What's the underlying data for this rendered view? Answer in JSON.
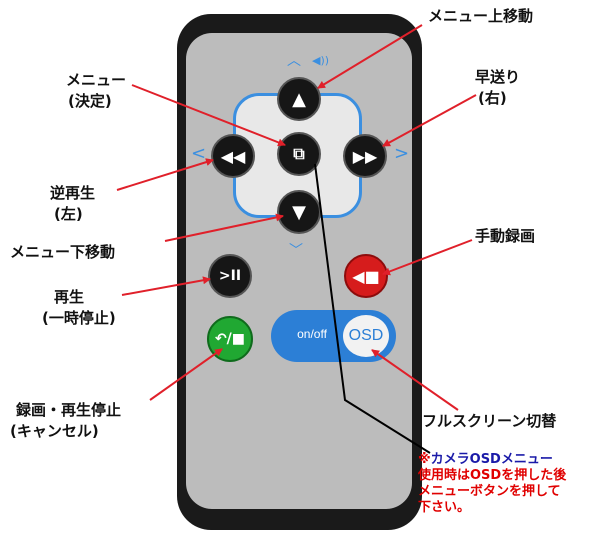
{
  "remote": {
    "buttons": {
      "onoff_label": "on/off",
      "osd_label": "OSD"
    }
  },
  "callouts": {
    "menu_up": "メニュー上移動",
    "menu_select_line1": "メニュー",
    "menu_select_line2": "(決定)",
    "fast_forward_line1": "早送り",
    "fast_forward_line2": "(右)",
    "reverse_line1": "逆再生",
    "reverse_line2": "(左)",
    "menu_down": "メニュー下移動",
    "manual_record": "手動録画",
    "play_line1": "再生",
    "play_line2": "(一時停止)",
    "record_stop_line1": "録画・再生停止",
    "record_stop_line2": "(キャンセル)",
    "fullscreen": "フルスクリーン切替"
  },
  "note": {
    "mark": "※",
    "title": "カメラOSDメニュー",
    "line1": "使用時はOSDを押した後",
    "line2": "メニューボタンを押して",
    "line3": "下さい。"
  },
  "colors": {
    "arrow": "#e0202a",
    "accent_blue": "#3b8fe0",
    "record_red": "#d61c1c",
    "stop_green": "#20a832",
    "osd_blue": "#2c7fd6"
  }
}
